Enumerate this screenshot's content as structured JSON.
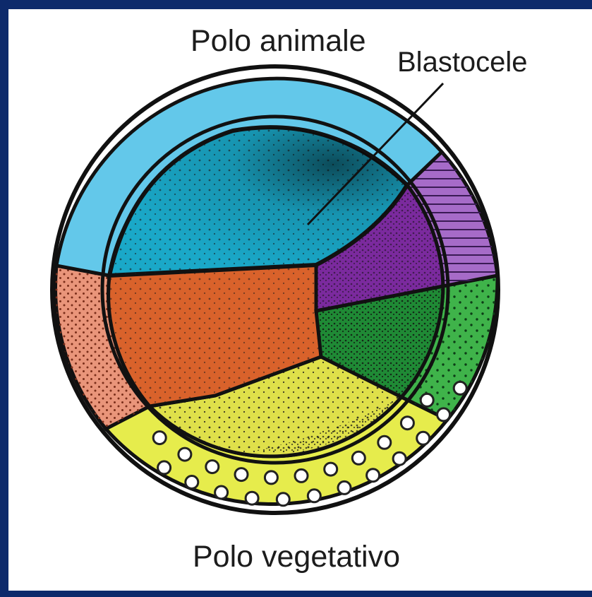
{
  "labels": {
    "animal_pole": "Polo animale",
    "blastocoel": "Blastocele",
    "vegetal_pole": "Polo vegetativo"
  },
  "colors": {
    "frame": "#0d2a6b",
    "outline": "#111111",
    "light_blue_cap": "#63c8ea",
    "blastocoel_cyan": "#1aa8c8",
    "purple_outer": "#a66bc8",
    "purple_inner": "#7b2a9e",
    "green_outer": "#3fb34a",
    "green_inner": "#1f8a35",
    "orange": "#d9622b",
    "salmon": "#e9957a",
    "yellow_inner": "#dfe04a",
    "yellow_ring": "#e6ec4c"
  }
}
